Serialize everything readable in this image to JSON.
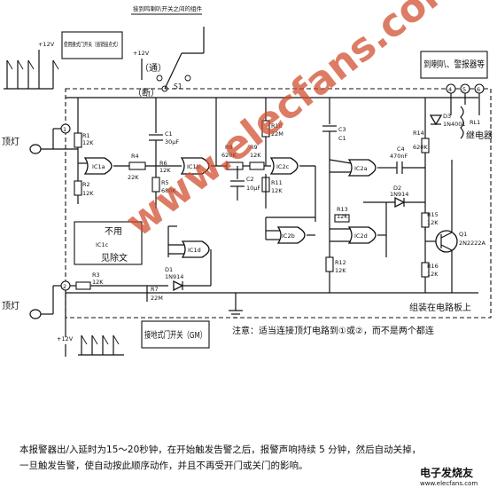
{
  "title": "接到鸣喇叭开关之间的组件",
  "switches": {
    "door_lamp_type": "使用换式门开关（插销接点式）",
    "horn_type": "到喇叭、警报器等",
    "ground_door_switch": "接地式门开关（GM）"
  },
  "labels": {
    "ceiling_lamp_1": "顶灯",
    "ceiling_lamp_2": "顶灯",
    "v12_top": "+12V",
    "v12_sw": "+12V",
    "v12_bottom": "+12V",
    "on": "（通）",
    "off": "（断）",
    "s1": "S1",
    "unused": "不用",
    "unused_note": "见除文",
    "board": "组装在电路板上",
    "relay": "RL1",
    "relay_desc": "继电器",
    "q1": "Q1",
    "q1_part": "2N2222A",
    "note": "注意：适当连接顶灯电路到①或②，而不是两个都连"
  },
  "components": {
    "r1": "R1",
    "r1v": "12K",
    "r2": "R2",
    "r2v": "12K",
    "r3": "R3",
    "r3v": "12K",
    "r4": "R4",
    "r4v": "22K",
    "r5": "R5",
    "r5v": "680K",
    "r6": "R6",
    "r6v": "12K",
    "r7": "R7",
    "r7v": "22M",
    "r8": "R8",
    "r8v": "620K",
    "r9": "R9",
    "r9v": "12K",
    "r10": "R10",
    "r10v": "22M",
    "r11": "R11",
    "r11v": "12K",
    "r12": "R12",
    "r12v": "12K",
    "r13": "R13",
    "r13v": "12K",
    "r14": "R14",
    "r14v": "620K",
    "r15": "R15",
    "r15v": "12K",
    "r16": "R16",
    "r16v": "12K",
    "c1": "C1",
    "c1v": "30μF",
    "c2": "C2",
    "c2v": "10μF",
    "c3": "C3",
    "c3v": "C1",
    "c4": "C4",
    "c4v": "470nF",
    "d1": "D1",
    "d1v": "1N914",
    "d2": "D2",
    "d2v": "1N914",
    "d3": "D3",
    "d3v": "1N4001",
    "ic1a": "IC1a",
    "ic1b": "IC1b",
    "ic1c": "IC1c",
    "ic1d": "IC1d",
    "ic2a": "IC2a",
    "ic2b": "IC2b",
    "ic2c": "IC2c",
    "ic2d": "IC2d"
  },
  "description": {
    "line1": "本报警器出/入延时为15～20秒钟，在开始触发告警之后，报警声响持续 5 分钟，然后自动关掉，",
    "line2": "一旦触发告警，使自动按此顺序动作，并且不再受开门或关门的影响。"
  },
  "watermark": "www.elecfans.com",
  "logo": {
    "name": "电子发烧友",
    "url": "www.elecfans.com"
  }
}
